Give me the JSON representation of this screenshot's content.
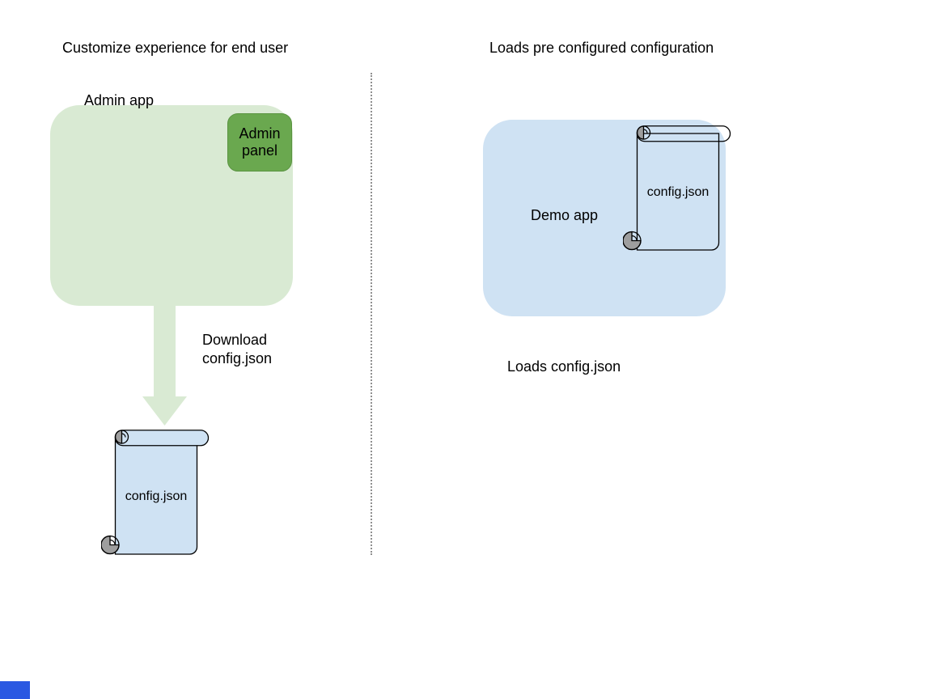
{
  "left": {
    "title": "Customize experience for end user",
    "admin_app_label": "Admin app",
    "admin_panel_label": "Admin panel",
    "download_caption": "Download config.json",
    "config_label": "config.json"
  },
  "right": {
    "title": "Loads pre configured configuration",
    "demo_app_label": "Demo app",
    "config_label": "config.json",
    "loads_caption": "Loads config.json"
  },
  "colors": {
    "light_green": "#d9ead3",
    "dark_green": "#6aa84f",
    "dark_green_edge": "#5b9442",
    "light_blue": "#cfe2f3",
    "scroll_gray": "#9e9e9e",
    "divider_gray": "#8f8f8f",
    "marker_blue": "#2a58e2",
    "text": "#000000"
  }
}
